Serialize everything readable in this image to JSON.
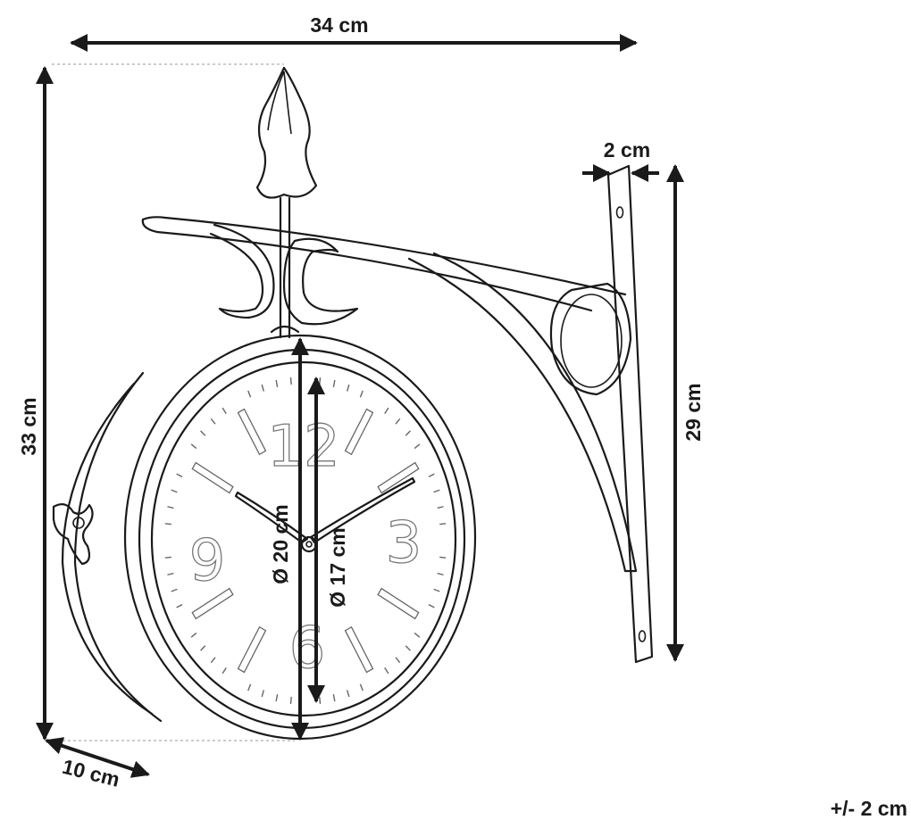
{
  "dimensions": {
    "width": "34 cm",
    "height": "33 cm",
    "depth": "10 cm",
    "bracket_width": "2 cm",
    "bracket_height": "29 cm",
    "outer_diameter": "Ø 20 cm",
    "dial_diameter": "Ø 17 cm",
    "tolerance": "+/- 2 cm"
  },
  "clock": {
    "numerals": [
      "12",
      "3",
      "6",
      "9"
    ]
  }
}
